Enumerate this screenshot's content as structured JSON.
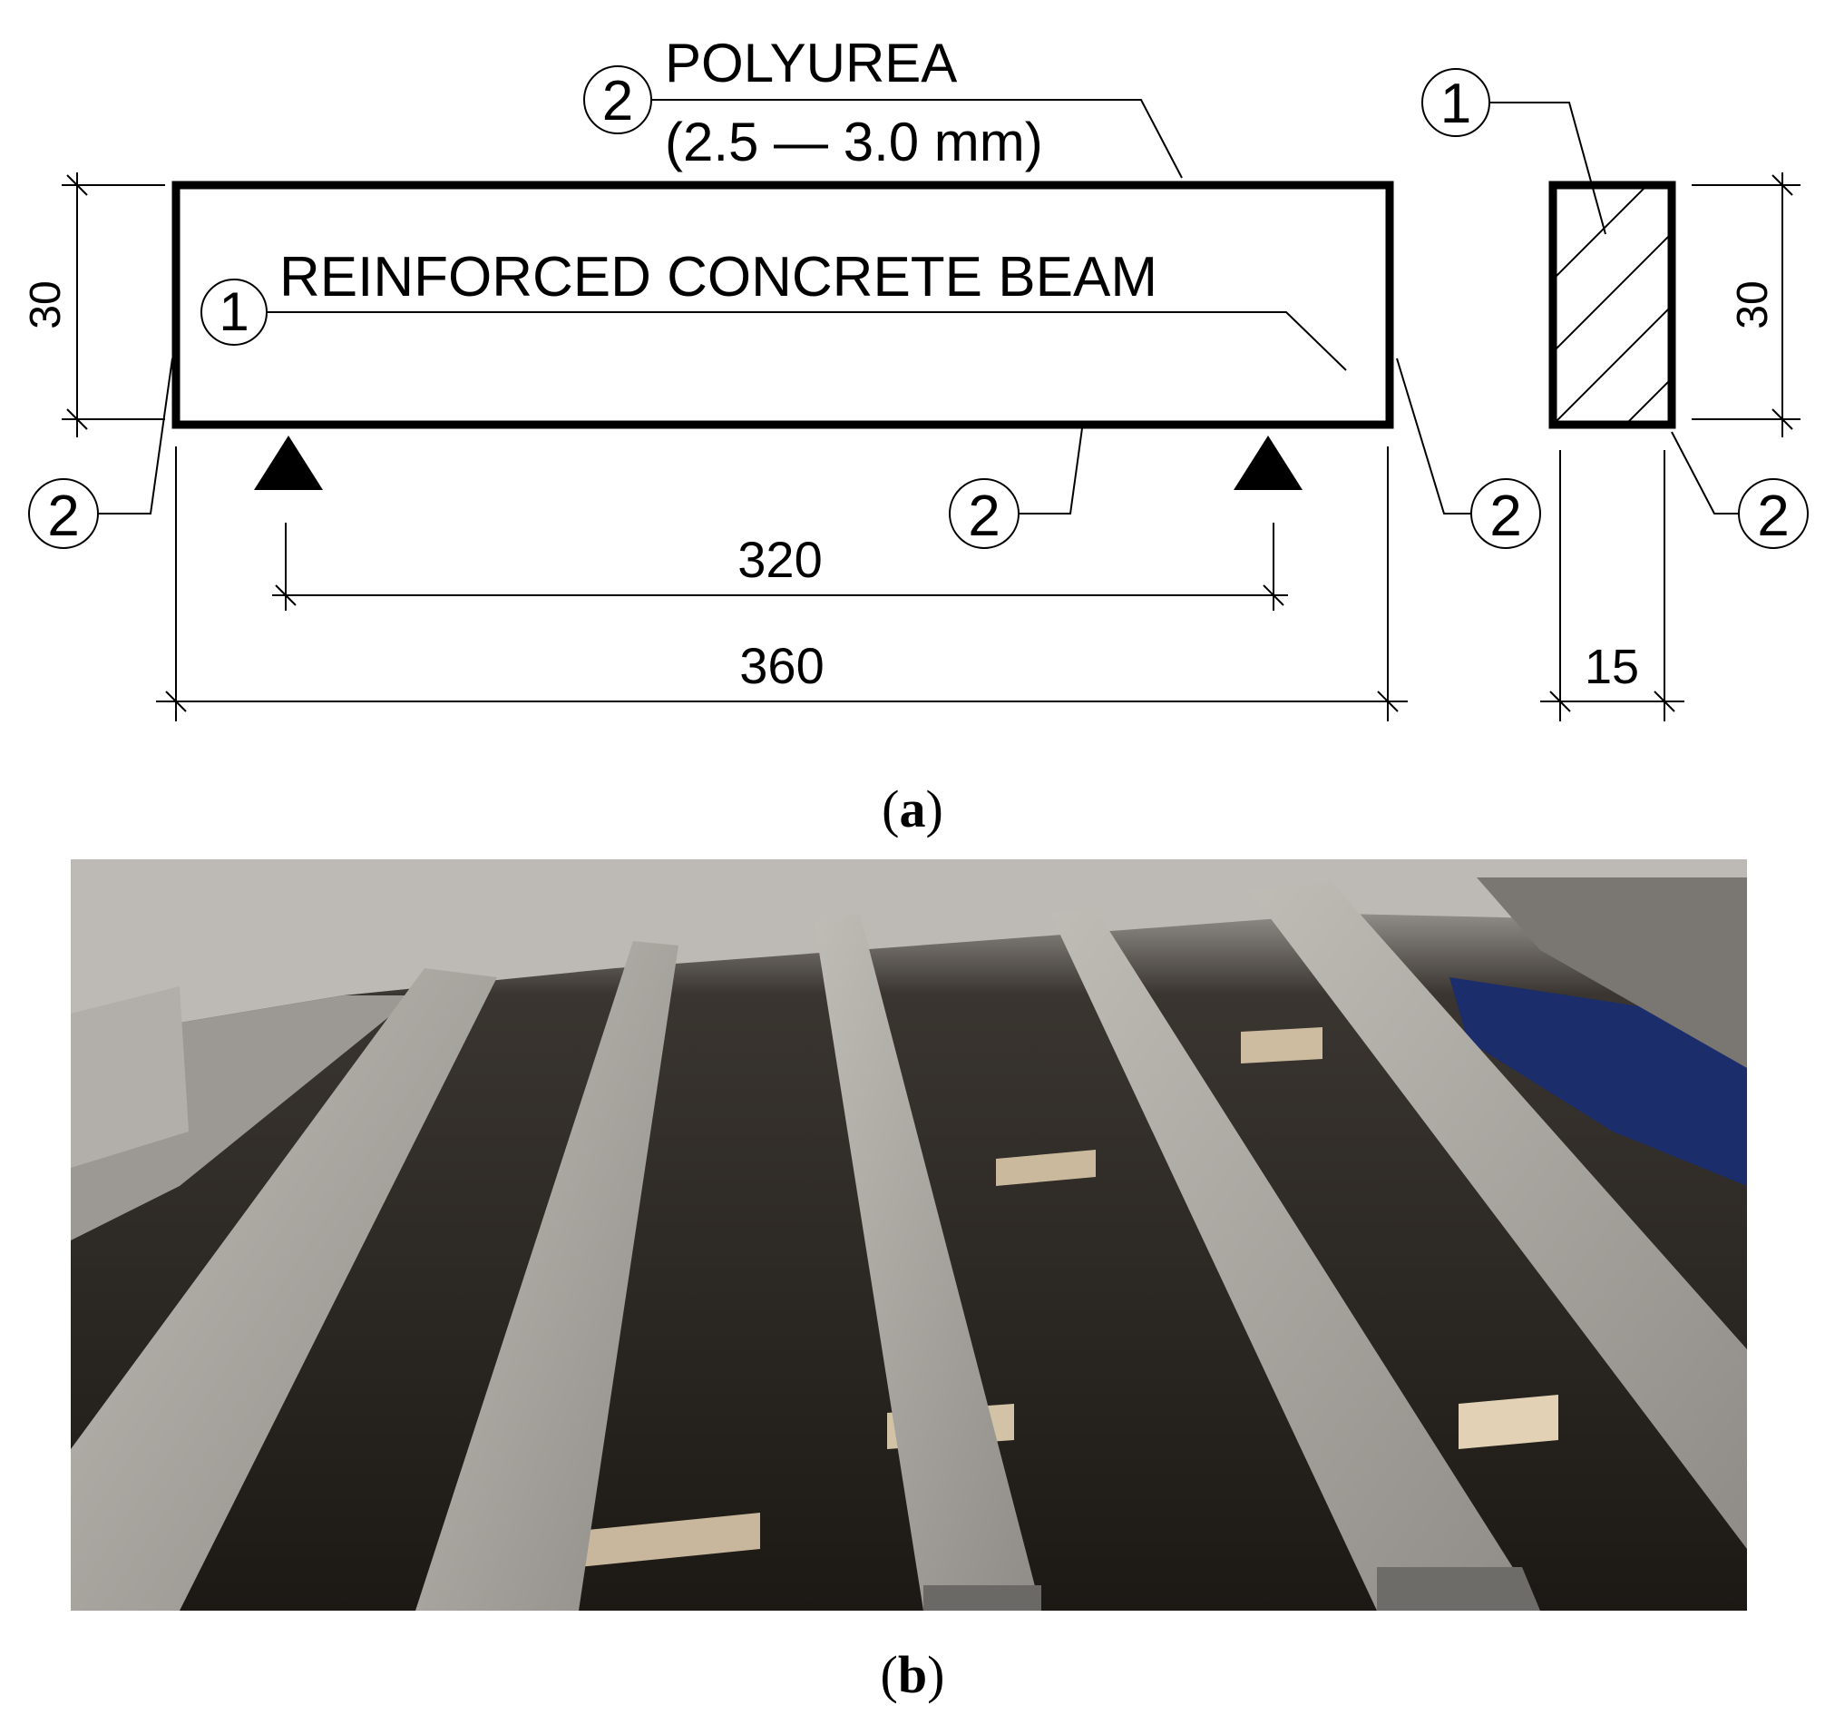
{
  "panel_a": {
    "coating_label_line1": "POLYUREA",
    "coating_label_line2": "(2.5 — 3.0 mm)",
    "beam_label": "REINFORCED CONCRETE BEAM",
    "callout_beam": "1",
    "callout_coating": "2",
    "dim_height_left": "30",
    "dim_height_right": "30",
    "dim_span": "320",
    "dim_length": "360",
    "dim_width": "15",
    "caption_letter": "a"
  },
  "panel_b": {
    "caption_letter": "b"
  }
}
